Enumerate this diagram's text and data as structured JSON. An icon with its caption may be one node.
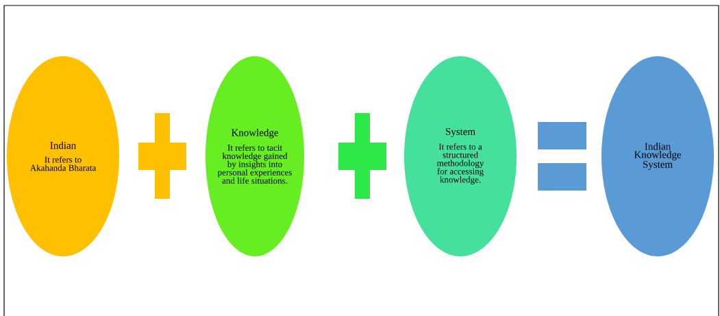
{
  "diagram": {
    "nodes": [
      {
        "text": [
          "Indian",
          "It refers to Akahanda Bharata"
        ]
      },
      {
        "text": [
          "Knowledge",
          "It refers to tacit knowledge gained by insights into personal experiences and life situations."
        ]
      },
      {
        "text": [
          "System",
          "It refers to a structured methodology for accessing knowledge."
        ]
      },
      {
        "text": [
          "Indian Knowledge System"
        ]
      }
    ]
  }
}
